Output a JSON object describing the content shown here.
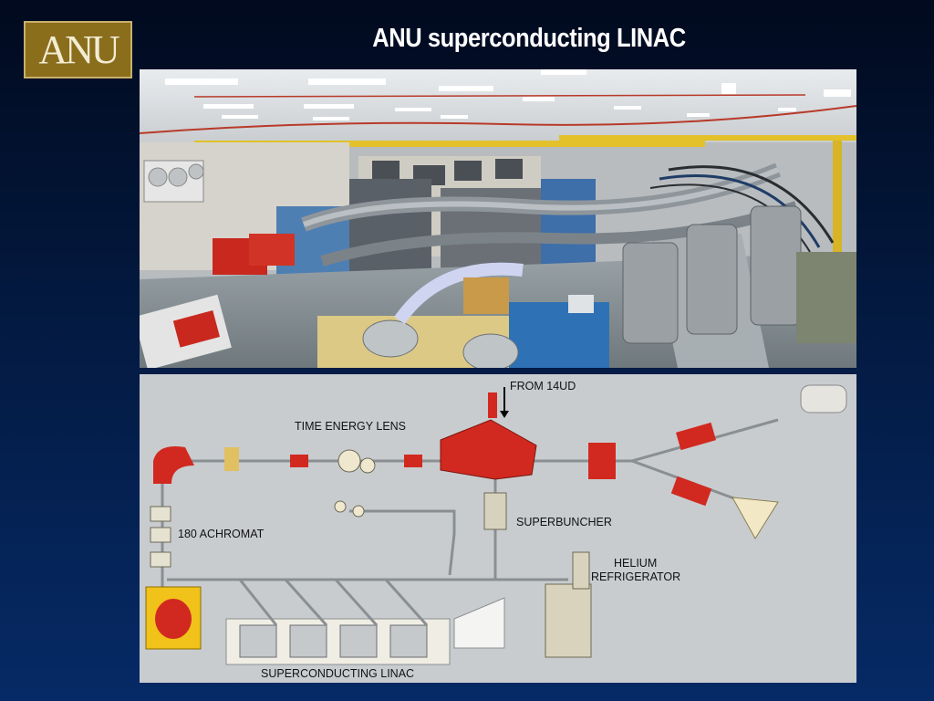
{
  "logo": {
    "text": "ANU"
  },
  "slide": {
    "title": "ANU superconducting LINAC"
  },
  "diagram": {
    "labels": {
      "from14ud": "FROM 14UD",
      "time_energy_lens": "TIME ENERGY LENS",
      "achromat": "180 ACHROMAT",
      "superbuncher": "SUPERBUNCHER",
      "helium_line1": "HELIUM",
      "helium_line2": "REFRIGERATOR",
      "linac": "SUPERCONDUCTING LINAC"
    }
  }
}
